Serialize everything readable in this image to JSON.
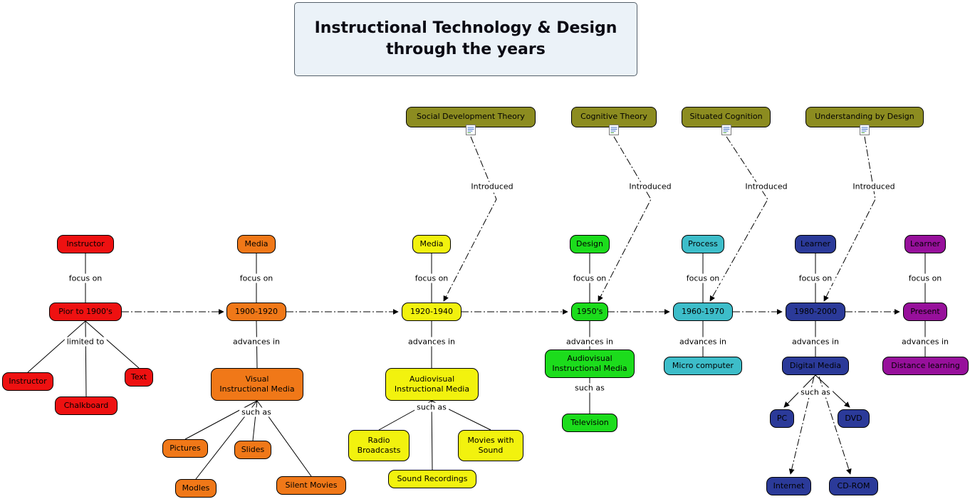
{
  "title": {
    "line1": "Instructional Technology & Design",
    "line2": "through the years"
  },
  "labels": {
    "introduced": "Introduced",
    "focus_on": "focus on",
    "limited_to": "limited to",
    "advances_in": "advances in",
    "such_as": "such as"
  },
  "theories": [
    "Social Development Theory",
    "Cognitive Theory",
    "Situated Cognition",
    "Understanding by Design"
  ],
  "timeline": [
    "Pior to 1900's",
    "1900-1920",
    "1920-1940",
    "1950's",
    "1960-1970",
    "1980-2000",
    "Present"
  ],
  "focus": [
    "Instructor",
    "Media",
    "Media",
    "Design",
    "Process",
    "Learner",
    "Learner"
  ],
  "children": {
    "prior1900": [
      "Instructor",
      "Chalkboard",
      "Text"
    ],
    "era1900_main": "Visual\nInstructional Media",
    "era1900_items": [
      "Pictures",
      "Slides",
      "Modles",
      "Silent Movies"
    ],
    "era1920_main": "Audiovisual\nInstructional Media",
    "era1920_items": [
      "Radio\nBroadcasts",
      "Sound Recordings",
      "Movies with\nSound"
    ],
    "era1950_main": "Audiovisual\nInstructional Media",
    "era1950_items": [
      "Television"
    ],
    "era1960_main": "Micro computer",
    "era1980_main": "Digital Media",
    "era1980_items": [
      "PC",
      "DVD",
      "Internet",
      "CD-ROM"
    ],
    "present_main": "Distance learning"
  },
  "colors": {
    "red": "#ee1111",
    "orange": "#f07818",
    "yellow": "#f2f20e",
    "green": "#1cdc1c",
    "teal": "#3dbdc9",
    "blue": "#2b3a99",
    "purple": "#97109b",
    "olive": "#8c8c20",
    "title-bg": "#ebf2f8"
  }
}
